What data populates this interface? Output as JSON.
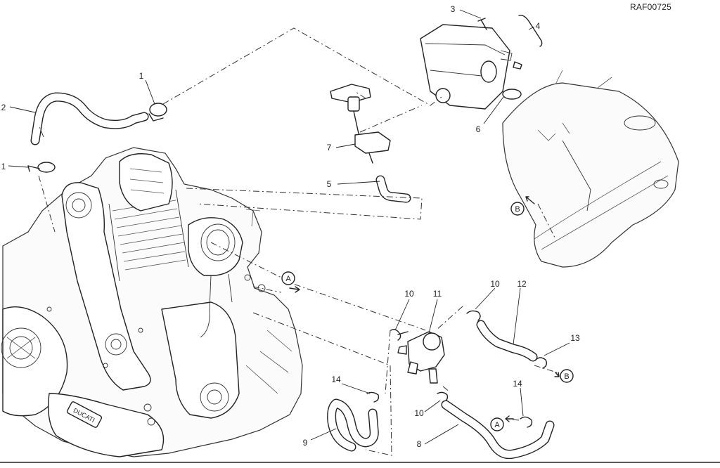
{
  "drawing_code": "RAF00725",
  "brand_mark": "DUCATI",
  "callouts": [
    {
      "id": "c1a",
      "label": "1"
    },
    {
      "id": "c1b",
      "label": "1"
    },
    {
      "id": "c2",
      "label": "2"
    },
    {
      "id": "c3",
      "label": "3"
    },
    {
      "id": "c4",
      "label": "4"
    },
    {
      "id": "c5",
      "label": "5"
    },
    {
      "id": "c6",
      "label": "6"
    },
    {
      "id": "c7",
      "label": "7"
    },
    {
      "id": "c8",
      "label": "8"
    },
    {
      "id": "c9",
      "label": "9"
    },
    {
      "id": "c10a",
      "label": "10"
    },
    {
      "id": "c10b",
      "label": "10"
    },
    {
      "id": "c10c",
      "label": "10"
    },
    {
      "id": "c11",
      "label": "11"
    },
    {
      "id": "c12",
      "label": "12"
    },
    {
      "id": "c13",
      "label": "13"
    },
    {
      "id": "c14a",
      "label": "14"
    },
    {
      "id": "c14b",
      "label": "14"
    }
  ],
  "connection_markers": [
    {
      "id": "mA1",
      "label": "A"
    },
    {
      "id": "mB1",
      "label": "B"
    },
    {
      "id": "mB2",
      "label": "B"
    },
    {
      "id": "mA2",
      "label": "A"
    }
  ]
}
